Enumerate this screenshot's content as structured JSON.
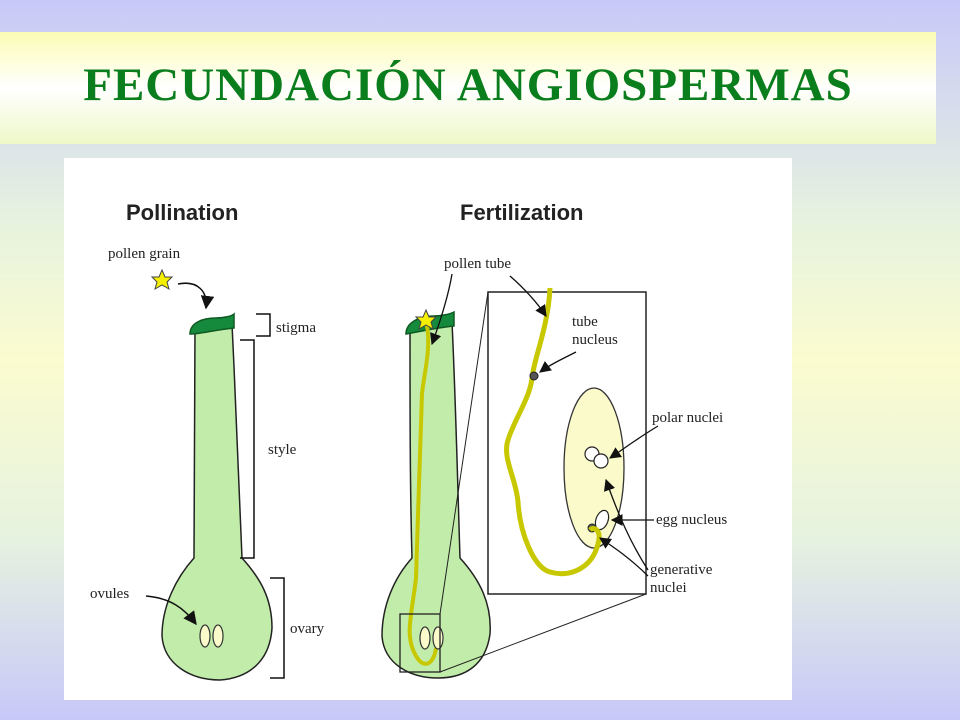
{
  "slide": {
    "title": "FECUNDACIÓN ANGIOSPERMAS"
  },
  "diagram": {
    "pollination": {
      "heading": "Pollination",
      "labels": {
        "pollen_grain": "pollen grain",
        "stigma": "stigma",
        "style": "style",
        "ovules": "ovules",
        "ovary": "ovary"
      }
    },
    "fertilization": {
      "heading": "Fertilization",
      "labels": {
        "pollen_tube": "pollen tube",
        "tube_nucleus_1": "tube",
        "tube_nucleus_2": "nucleus",
        "polar_nuclei": "polar nuclei",
        "egg_nucleus": "egg nucleus",
        "generative_nuclei_1": "generative",
        "generative_nuclei_2": "nuclei"
      }
    },
    "colors": {
      "pistil_fill": "#c2ecaa",
      "stigma_fill": "#168a3c",
      "pollen_fill": "#f4f000",
      "tube_stroke": "#c8c800",
      "embryo_sac_fill": "#fafaca",
      "title_green": "#0a7d1c"
    }
  }
}
